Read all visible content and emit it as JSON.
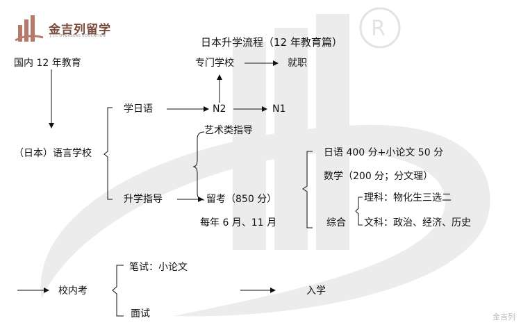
{
  "logo": {
    "name": "金吉列留学",
    "subtitle": "J.J.L OVERSEAS EDUCATION"
  },
  "title": "日本升学流程（12 年教育篇）",
  "nodes": {
    "domestic": "国内 12 年教育",
    "language_school": "（日本）语言学校",
    "learn_japanese": "学日语",
    "n2": "N2",
    "n1": "N1",
    "vocational": "专门学校",
    "employment": "就职",
    "art_guidance": "艺术类指导",
    "admission_guidance": "升学指导",
    "eju": "留考（850 分）",
    "eju_schedule": "每年 6 月、11 月",
    "japanese_score": "日语 400 分+小论文 50 分",
    "math_score": "数学（200 分；分文理）",
    "comprehensive": "综合",
    "science": "理科：物化生三选二",
    "liberal_arts": "文科：政治、经济、历史",
    "school_exam": "校内考",
    "written_exam": "笔试：小论文",
    "interview": "面试",
    "enrollment": "入学"
  },
  "watermark": "金吉列"
}
